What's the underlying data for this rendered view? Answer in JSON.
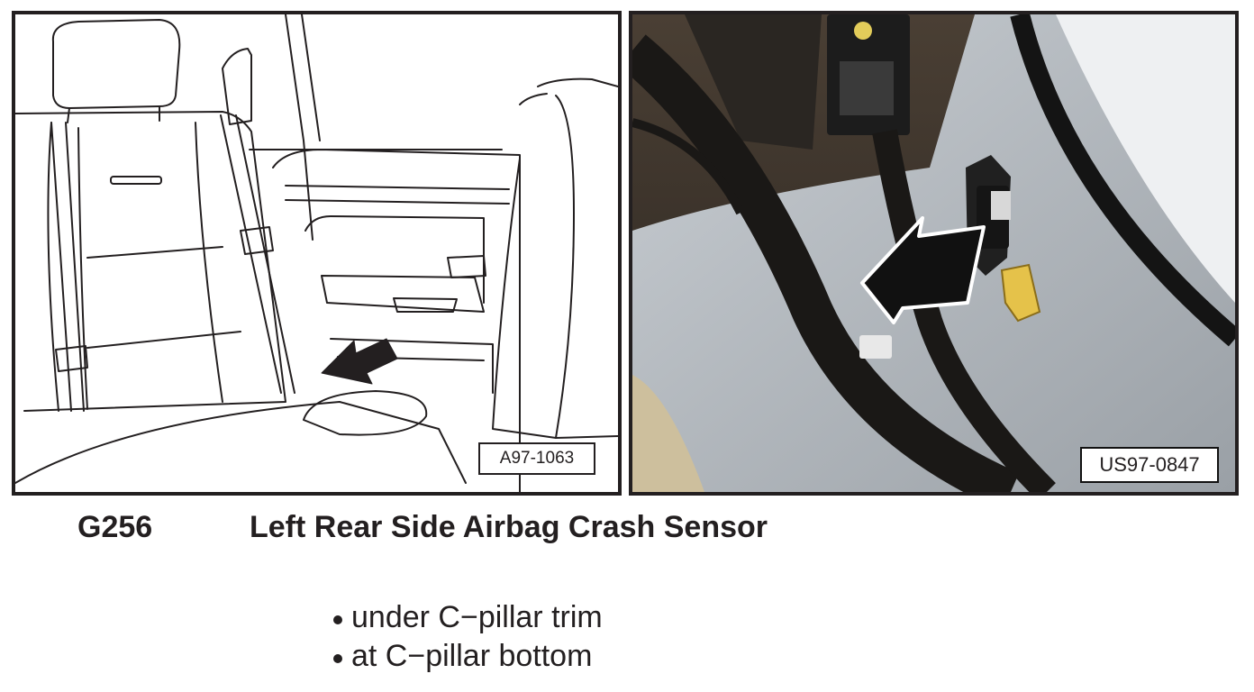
{
  "figure": {
    "left_image": {
      "ref_label": "A97-1063"
    },
    "right_image": {
      "ref_label": "US97-0847"
    }
  },
  "component": {
    "code": "G256",
    "name": "Left Rear Side Airbag Crash Sensor"
  },
  "location_notes": [
    "under C−pillar trim",
    "at C−pillar bottom"
  ],
  "colors": {
    "line_art": "#231f20",
    "sensor_connector": "#e5c24a",
    "body_panel": "#b9bec3",
    "wiring": "#1a1816"
  }
}
